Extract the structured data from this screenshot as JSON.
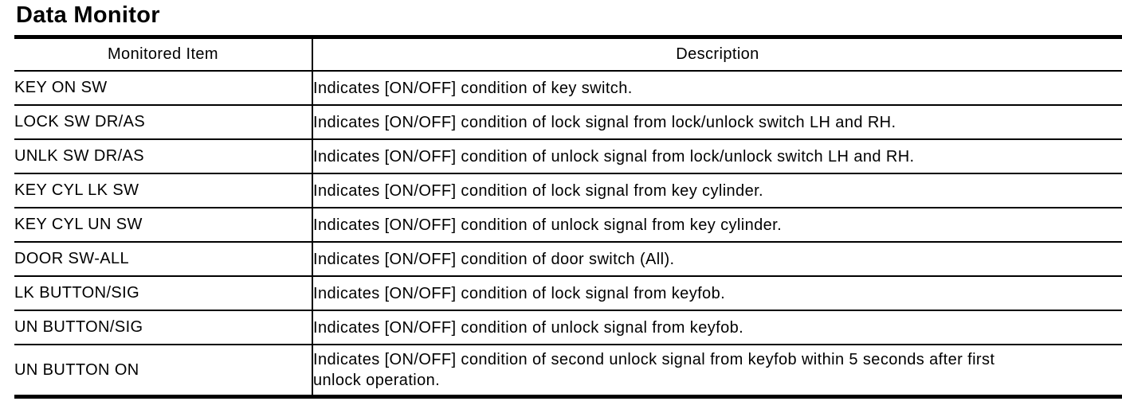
{
  "page": {
    "title": "Data Monitor"
  },
  "colors": {
    "background": "#ffffff",
    "text": "#000000",
    "border": "#000000"
  },
  "table": {
    "columns": {
      "item": "Monitored Item",
      "description": "Description"
    },
    "rows": [
      {
        "item": "KEY ON SW",
        "description": "Indicates [ON/OFF] condition of key switch."
      },
      {
        "item": "LOCK SW DR/AS",
        "description": "Indicates [ON/OFF] condition of lock signal from lock/unlock switch LH and RH."
      },
      {
        "item": "UNLK SW DR/AS",
        "description": "Indicates [ON/OFF] condition of unlock signal from lock/unlock switch LH and RH."
      },
      {
        "item": "KEY CYL LK SW",
        "description": "Indicates [ON/OFF] condition of lock signal from key cylinder."
      },
      {
        "item": "KEY CYL UN SW",
        "description": "Indicates [ON/OFF] condition of unlock signal from key cylinder."
      },
      {
        "item": "DOOR SW-ALL",
        "description": "Indicates [ON/OFF] condition of door switch (All)."
      },
      {
        "item": "LK BUTTON/SIG",
        "description": "Indicates [ON/OFF] condition of lock signal from keyfob."
      },
      {
        "item": "UN BUTTON/SIG",
        "description": "Indicates [ON/OFF] condition of unlock signal from keyfob."
      },
      {
        "item": "UN BUTTON ON",
        "description": "Indicates [ON/OFF] condition of second unlock signal from keyfob within 5 seconds after first unlock operation."
      }
    ]
  }
}
